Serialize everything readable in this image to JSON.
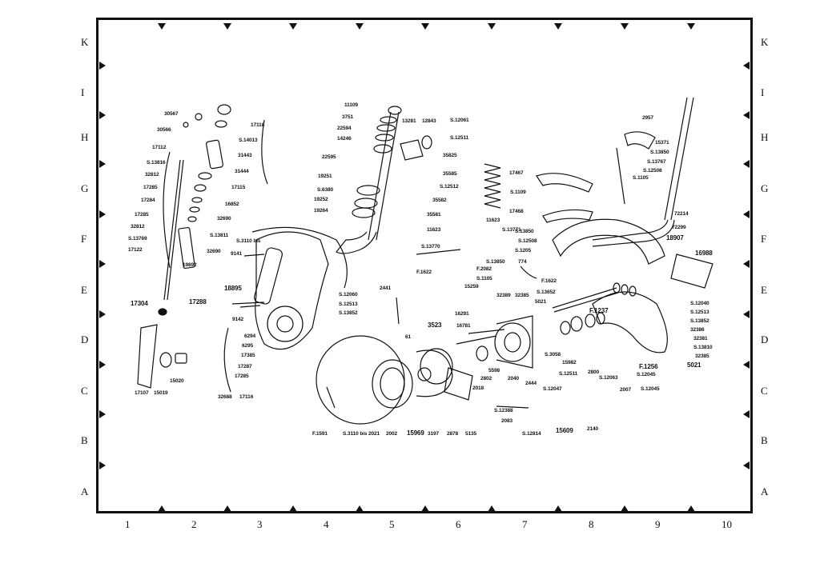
{
  "grid": {
    "rows": [
      "K",
      "I",
      "H",
      "G",
      "F",
      "E",
      "D",
      "C",
      "B",
      "A"
    ],
    "columns": [
      "1",
      "2",
      "3",
      "4",
      "5",
      "6",
      "7",
      "8",
      "9",
      "10"
    ]
  },
  "parts": {
    "p30567": "30567",
    "p30566": "30566",
    "p17118": "17118",
    "p514013": "S.14013",
    "p17112": "17112",
    "p31443": "31443",
    "p513816": "S.13816",
    "p31444": "31444",
    "p32812a": "32812",
    "p17285a": "17285",
    "p17115": "17115",
    "p17284": "17284",
    "p16852": "16852",
    "p17285b": "17285",
    "p32690a": "32690",
    "p32812b": "32812",
    "p513769": "S.13769",
    "p513811": "S.13811",
    "p17122": "17122",
    "p32690b": "32690",
    "p19892": "19892",
    "p17304": "17304",
    "p17288": "17288",
    "p17107": "17107",
    "p15019": "15019",
    "p15020": "15020",
    "p53110bis": "S.3110 bis",
    "p9141": "9141",
    "p18895": "18895",
    "p9142": "9142",
    "p6294": "6294",
    "p6295": "6295",
    "p17385": "17385",
    "p17287": "17287",
    "p17285c": "17285",
    "p32688": "32688",
    "p17116": "17116",
    "p512060": "S.12060",
    "p512513": "S.12513",
    "p513852": "S.13852",
    "p11109": "11109",
    "p3751": "3751",
    "p22594": "22594",
    "p14246": "14246",
    "p22595": "22595",
    "p13281": "13281",
    "p12843": "12843",
    "p19251": "19251",
    "p5638": "S.6380",
    "p19252": "19252",
    "p19264": "19264",
    "p2441": "2441",
    "p512061": "S.12061",
    "p512511": "S.12511",
    "p35825": "35825",
    "p35585": "35585",
    "p512512": "S.12512",
    "p35582": "35582",
    "p51109": "S.1109",
    "p35581": "35581",
    "p11623a": "11623",
    "p11623b": "11623",
    "p513771": "S.13771",
    "p513770": "S.13770",
    "pF1622a": "F.1622",
    "p17467": "17467",
    "p17468": "17468",
    "p513850a": "S.13850",
    "p512508": "S.12508",
    "p51205": "S.1205",
    "p513850b": "S.13850",
    "pF2082": "F.2082",
    "p774": "774",
    "p51105a": "S.1105",
    "p15259": "15259",
    "pF1622b": "F.1622",
    "p513652": "S.13652",
    "p32389": "32389",
    "p32385a": "32385",
    "p5021a": "5021",
    "p2957": "2957",
    "p15371": "15371",
    "p513850c": "S.13850",
    "p513767": "S.13767",
    "p512508b": "S.12508",
    "p51105b": "S.1105",
    "p72214": "72214",
    "p18907": "18907",
    "p72299": "72299",
    "p16988": "16988",
    "pF1237": "F.1237",
    "p512040": "S.12040",
    "p512513b": "S.12513",
    "p513852b": "S.13852",
    "p32386": "32386",
    "p32381": "32381",
    "p513810": "S.13810",
    "p32385b": "32385",
    "p5021b": "5021",
    "pF1256": "F.1256",
    "p3523": "3523",
    "p16291": "16291",
    "p16781": "16781",
    "p61": "61",
    "p53058": "S.3058",
    "p15982": "15982",
    "p512511b": "S.12511",
    "p2800": "2800",
    "p512063": "S.12063",
    "p512045a": "S.12045",
    "p2007": "2007",
    "p512045b": "S.12045",
    "p5598": "5598",
    "p2802": "2802",
    "p2040": "2040",
    "p2444": "2444",
    "p512047": "S.12047",
    "p2018": "2018",
    "p512388": "S.12388",
    "p2083": "2083",
    "p512814": "S.12814",
    "p15609": "15609",
    "p2140": "2140",
    "pF1591": "F.1591",
    "p53110bis2": "S.3110 bis",
    "p2021": "2021",
    "p2002": "2002",
    "p15969": "15969",
    "p3197": "3197",
    "p2878": "2878",
    "p5135": "5135"
  }
}
